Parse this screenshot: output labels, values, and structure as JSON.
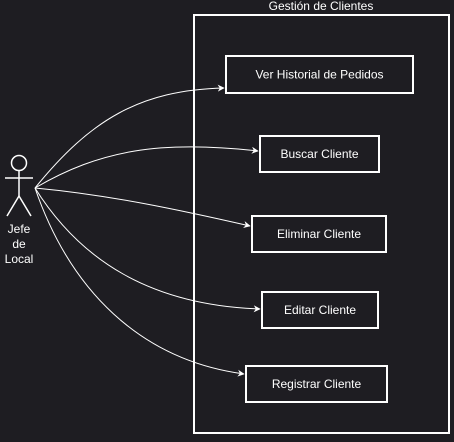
{
  "diagram": {
    "type": "use-case",
    "system": {
      "title": "Gestión de Clientes"
    },
    "actor": {
      "label_lines": [
        "Jefe",
        "de",
        "Local"
      ]
    },
    "use_cases": [
      {
        "id": "uc-ver-historial",
        "label": "Ver Historial de Pedidos"
      },
      {
        "id": "uc-buscar",
        "label": "Buscar Cliente"
      },
      {
        "id": "uc-eliminar",
        "label": "Eliminar Cliente"
      },
      {
        "id": "uc-editar",
        "label": "Editar Cliente"
      },
      {
        "id": "uc-registrar",
        "label": "Registrar Cliente"
      }
    ],
    "associations": [
      {
        "from": "actor",
        "to": "uc-ver-historial"
      },
      {
        "from": "actor",
        "to": "uc-buscar"
      },
      {
        "from": "actor",
        "to": "uc-eliminar"
      },
      {
        "from": "actor",
        "to": "uc-editar"
      },
      {
        "from": "actor",
        "to": "uc-registrar"
      }
    ],
    "colors": {
      "background": "#1e1d22",
      "stroke": "#ffffff",
      "text": "#ffffff"
    }
  }
}
